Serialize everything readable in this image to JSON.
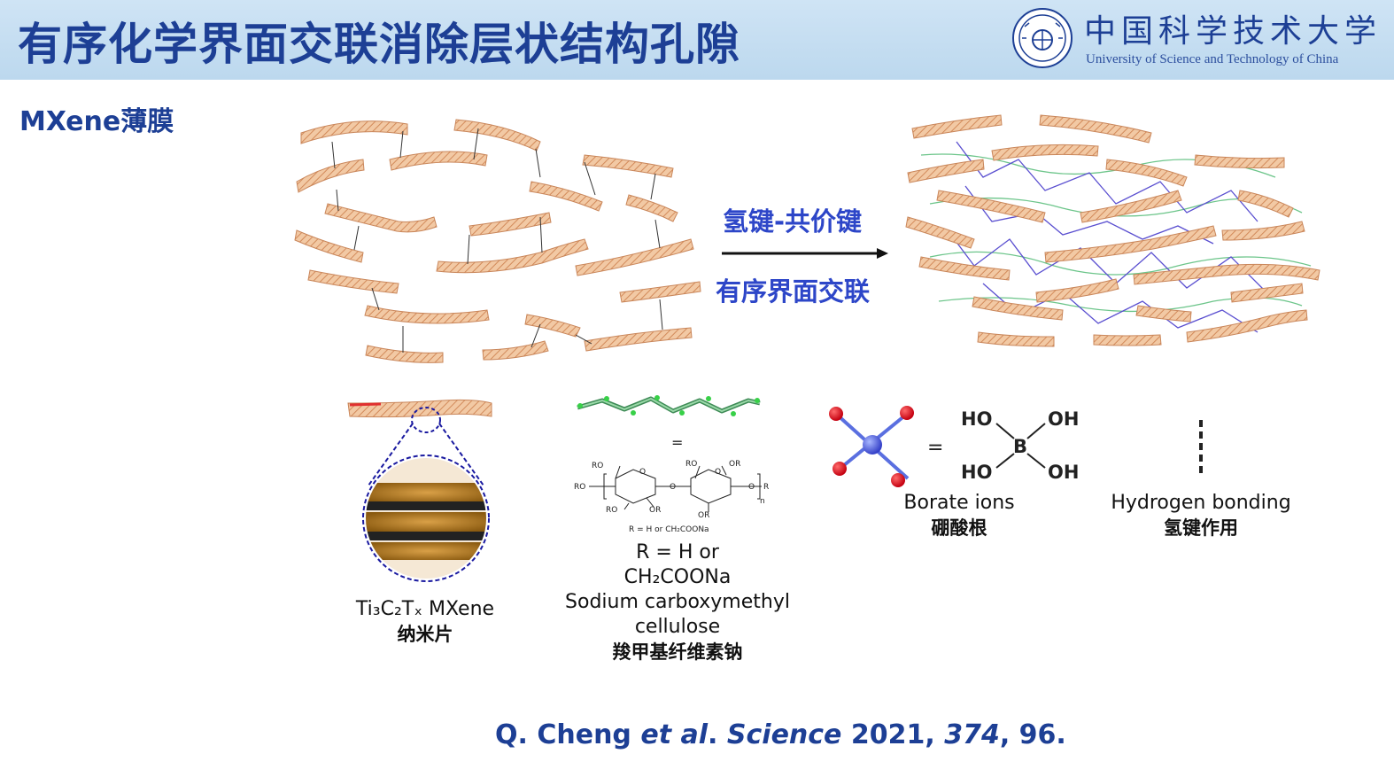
{
  "header": {
    "title": "有序化学界面交联消除层状结构孔隙",
    "university_cn": "中国科学技术大学",
    "university_en": "University of Science and Technology of China"
  },
  "section_label": "MXene薄膜",
  "process": {
    "arrow_top": "氢键-共价键",
    "arrow_bottom": "有序界面交联"
  },
  "legend": {
    "mxene": {
      "formula": "Ti₃C₂Tₓ MXene",
      "cn": "纳米片"
    },
    "cmc": {
      "r_def": "R = H or",
      "r_def2": "CH₂COONa",
      "en1": "Sodium carboxymethyl",
      "en2": "cellulose",
      "cn": "羧甲基纤维素钠",
      "small_note": "R = H or CH₂COONa"
    },
    "borate": {
      "equals": "=",
      "en": "Borate ions",
      "cn": "硼酸根"
    },
    "hbond": {
      "en": "Hydrogen bonding",
      "cn": "氢键作用"
    }
  },
  "citation": {
    "author": "Q. Cheng",
    "etal": "et al",
    "dot": ".",
    "journal": "Science",
    "year": "2021,",
    "volume": "374",
    "pages": ", 96."
  },
  "colors": {
    "title_blue": "#1d3f95",
    "arrow_blue": "#2d46c8",
    "sheet_orange": "#e8a878",
    "cmc_green": "#6cc58a",
    "borate_purple": "#5a4fd0"
  }
}
